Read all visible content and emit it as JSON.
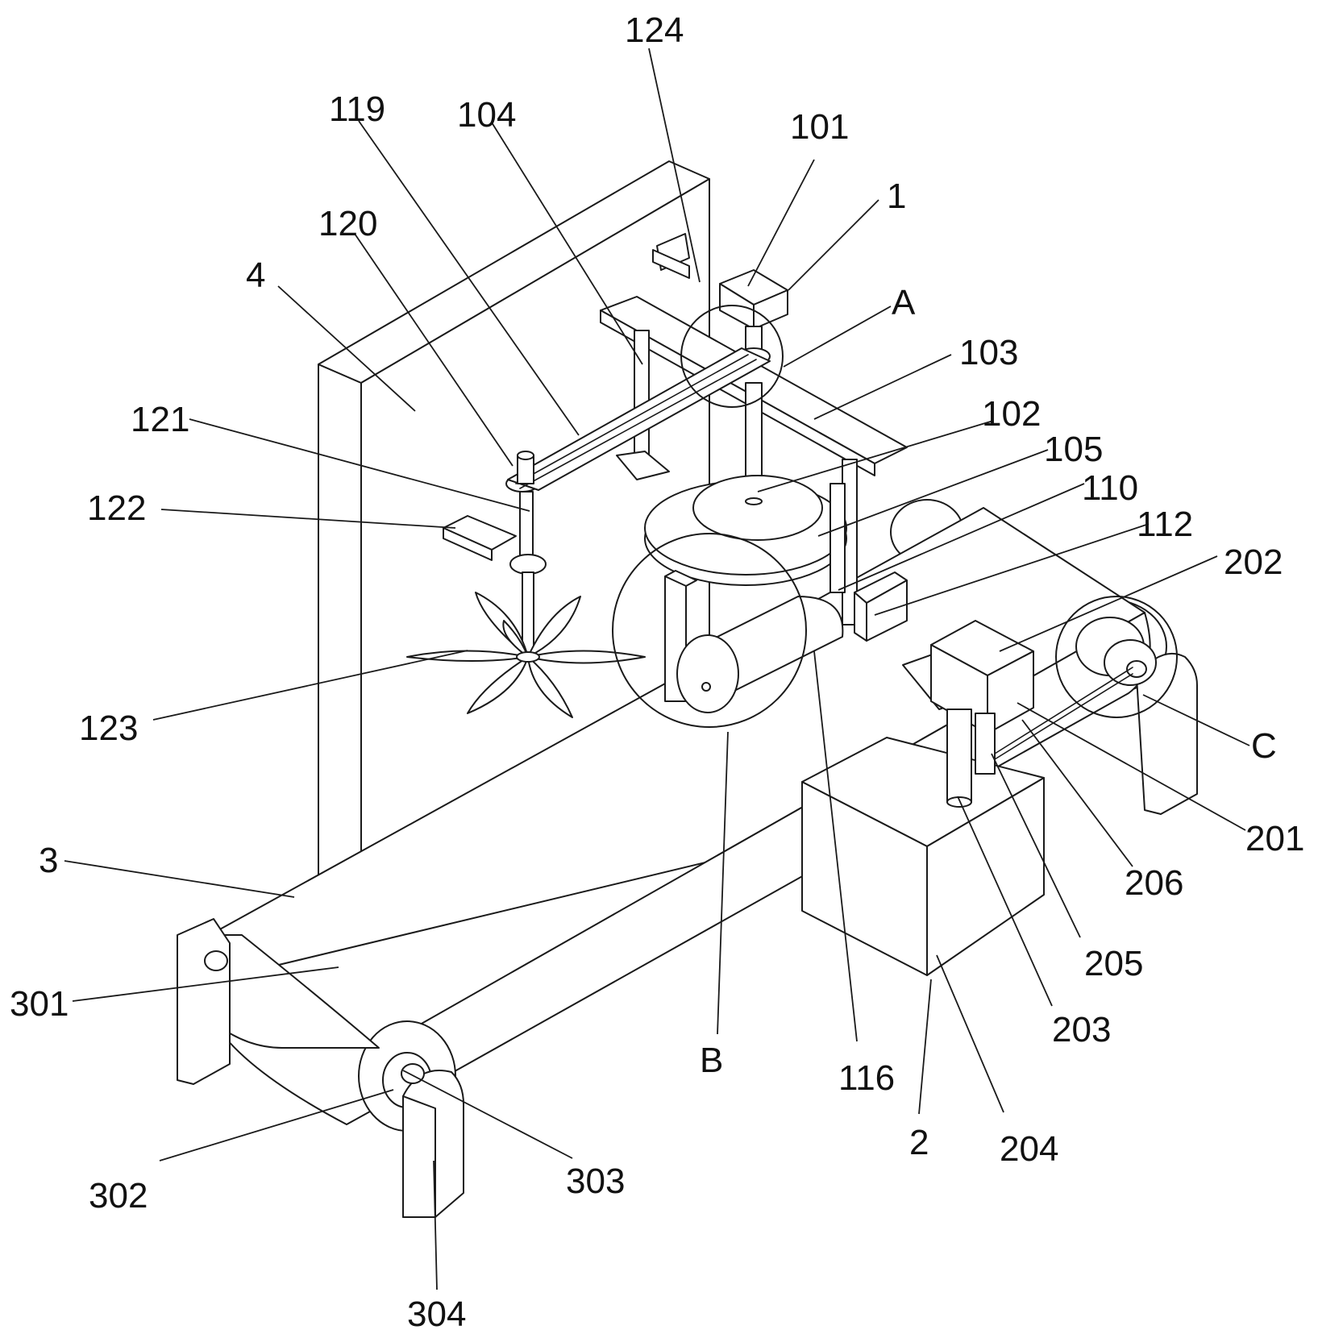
{
  "figure": {
    "labels": {
      "l124": "124",
      "l119": "119",
      "l104": "104",
      "l101": "101",
      "l1": "1",
      "l120": "120",
      "l4": "4",
      "lA": "A",
      "l103": "103",
      "l121": "121",
      "l102": "102",
      "l105": "105",
      "l110": "110",
      "l122": "122",
      "l112": "112",
      "l202": "202",
      "l123": "123",
      "lC": "C",
      "l201": "201",
      "l206": "206",
      "l3": "3",
      "l205": "205",
      "l301": "301",
      "l203": "203",
      "lB": "B",
      "l116": "116",
      "l2": "2",
      "l204": "204",
      "l302": "302",
      "l303": "303",
      "l304": "304"
    }
  }
}
